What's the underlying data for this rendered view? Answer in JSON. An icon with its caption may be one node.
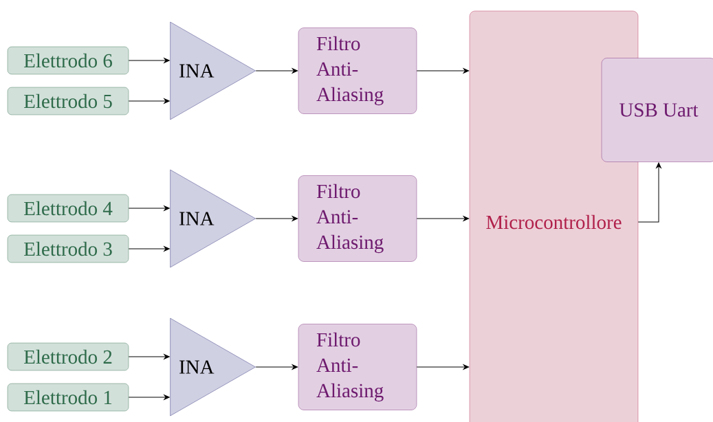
{
  "diagram": {
    "nodes": [
      {
        "text": [
          "Elettrodo 6"
        ]
      },
      {
        "text": [
          "Elettrodo 5"
        ]
      },
      {
        "text": [
          "INA"
        ]
      },
      {
        "text": [
          "Filtro Anti-Aliasing"
        ]
      },
      {
        "text": [
          "Elettrodo 4"
        ]
      },
      {
        "text": [
          "Elettrodo 3"
        ]
      },
      {
        "text": [
          "INA"
        ]
      },
      {
        "text": [
          "Filtro Anti-Aliasing"
        ]
      },
      {
        "text": [
          "Elettrodo 2"
        ]
      },
      {
        "text": [
          "Elettrodo 1"
        ]
      },
      {
        "text": [
          "INA"
        ]
      },
      {
        "text": [
          "Filtro Anti-Aliasing"
        ]
      },
      {
        "text": [
          "Microcontrollore"
        ]
      },
      {
        "text": [
          "USB Uart"
        ]
      }
    ],
    "edges": [
      {
        "from": 0,
        "to": 2,
        "arrow": "to"
      },
      {
        "from": 1,
        "to": 2,
        "arrow": "to"
      },
      {
        "from": 2,
        "to": 3,
        "arrow": "to"
      },
      {
        "from": 3,
        "to": 12,
        "arrow": "to"
      },
      {
        "from": 4,
        "to": 6,
        "arrow": "to"
      },
      {
        "from": 5,
        "to": 6,
        "arrow": "to"
      },
      {
        "from": 6,
        "to": 7,
        "arrow": "to"
      },
      {
        "from": 7,
        "to": 12,
        "arrow": "to"
      },
      {
        "from": 8,
        "to": 10,
        "arrow": "to"
      },
      {
        "from": 9,
        "to": 10,
        "arrow": "to"
      },
      {
        "from": 10,
        "to": 11,
        "arrow": "to"
      },
      {
        "from": 11,
        "to": 12,
        "arrow": "to"
      },
      {
        "from": 12,
        "to": 13,
        "arrow": "to"
      }
    ]
  }
}
